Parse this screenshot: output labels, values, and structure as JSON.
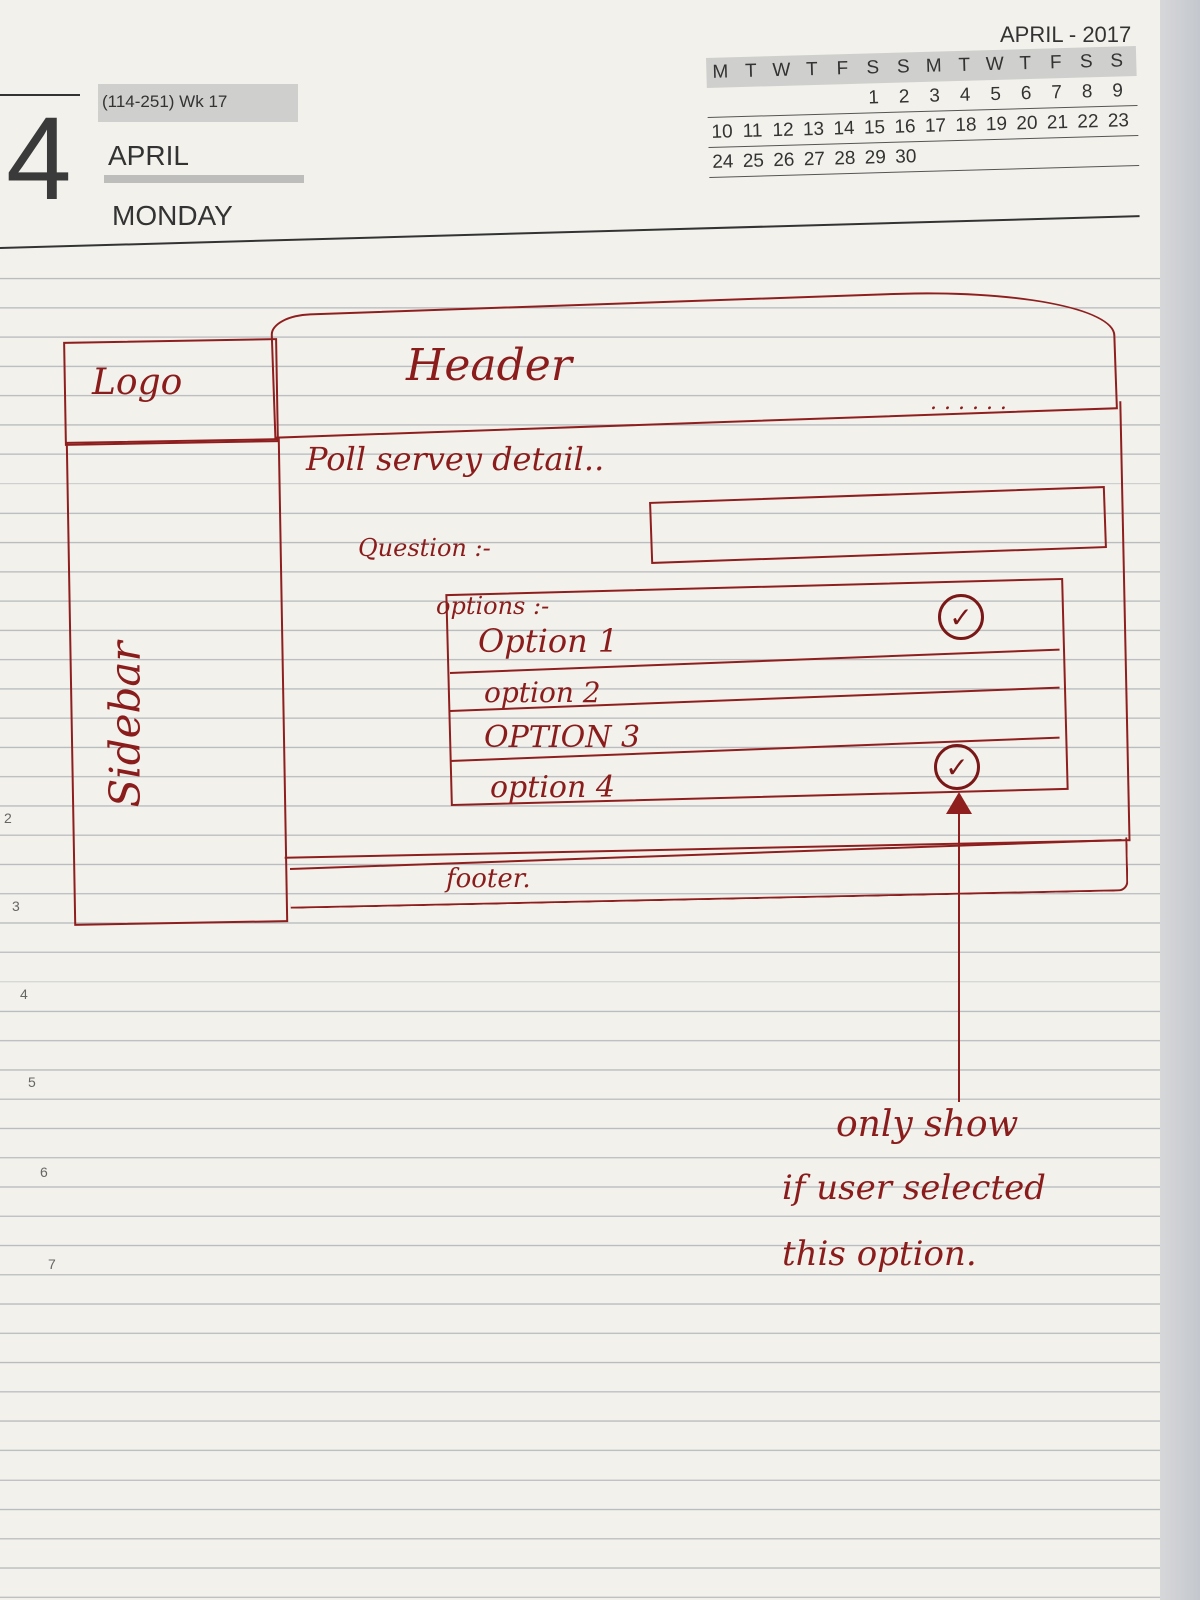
{
  "diary": {
    "day_number": "4",
    "week_info": "(114-251) Wk 17",
    "month": "APRIL",
    "weekday": "MONDAY",
    "calendar_title": "APRIL - 2017",
    "calendar_header": [
      "M",
      "T",
      "W",
      "T",
      "F",
      "S",
      "S",
      "M",
      "T",
      "W",
      "T",
      "F",
      "S",
      "S"
    ],
    "calendar_rows": [
      [
        "",
        "",
        "",
        "",
        "",
        "1",
        "2",
        "3",
        "4",
        "5",
        "6",
        "7",
        "8",
        "9"
      ],
      [
        "10",
        "11",
        "12",
        "13",
        "14",
        "15",
        "16",
        "17",
        "18",
        "19",
        "20",
        "21",
        "22",
        "23"
      ],
      [
        "24",
        "25",
        "26",
        "27",
        "28",
        "29",
        "30",
        "",
        "",
        "",
        "",
        "",
        "",
        ""
      ]
    ],
    "margin_numbers": [
      "2",
      "3",
      "4",
      "5",
      "6",
      "7"
    ]
  },
  "wireframe": {
    "logo": "Logo",
    "header": "Header",
    "header_dots": ". . . . . .",
    "sidebar": "Sidebar",
    "section_title": "Poll servey detail..",
    "question_label": "Question :-",
    "question_field": "",
    "options_label": "options :-",
    "options": [
      {
        "label": "Option 1",
        "checked": true
      },
      {
        "label": "option 2",
        "checked": false
      },
      {
        "label": "OPTION 3",
        "checked": false
      },
      {
        "label": "option 4",
        "checked": true
      }
    ],
    "footer": "footer."
  },
  "annotation": {
    "line1": "only show",
    "line2": "if user selected",
    "line3": "this option."
  }
}
